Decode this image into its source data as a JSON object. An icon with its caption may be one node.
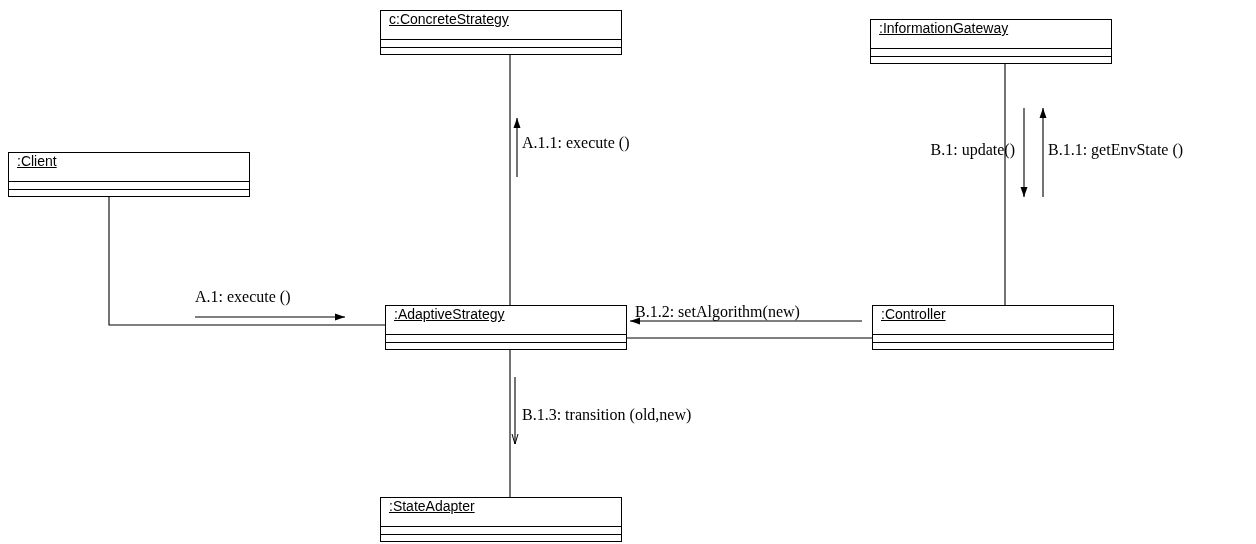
{
  "diagram": {
    "nodes": [
      {
        "text": [
          "c:ConcreteStrategy"
        ]
      },
      {
        "text": [
          ":InformationGateway"
        ]
      },
      {
        "text": [
          ":Client"
        ]
      },
      {
        "text": [
          ":AdaptiveStrategy"
        ]
      },
      {
        "text": [
          ":Controller"
        ]
      },
      {
        "text": [
          ":StateAdapter"
        ]
      }
    ],
    "edges": [
      {
        "from": 2,
        "to": 3,
        "arrow": "none"
      },
      {
        "from": 3,
        "to": 0,
        "arrow": "none"
      },
      {
        "from": 1,
        "to": 4,
        "arrow": "none"
      },
      {
        "from": 4,
        "to": 3,
        "arrow": "none"
      },
      {
        "from": 3,
        "to": 5,
        "arrow": "none"
      }
    ],
    "labels": [
      "A.1.1: execute ()",
      "B.1: update()",
      "B.1.1: getEnvState ()",
      "A.1: execute ()",
      "B.1.2: setAlgorithm(new)",
      "B.1.3: transition (old,new)"
    ]
  }
}
